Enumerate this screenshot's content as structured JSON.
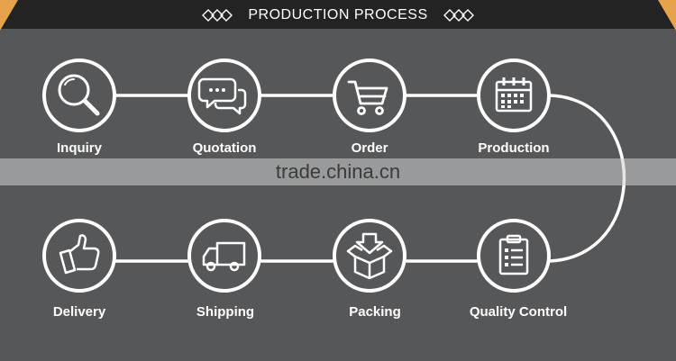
{
  "header": {
    "title": "PRODUCTION PROCESS",
    "accent_color": "#E7A34B",
    "bar_color": "#232323"
  },
  "steps": [
    {
      "label": "Inquiry",
      "icon": "magnifier-icon"
    },
    {
      "label": "Quotation",
      "icon": "chat-bubbles-icon"
    },
    {
      "label": "Order",
      "icon": "shopping-cart-icon"
    },
    {
      "label": "Production",
      "icon": "calendar-icon"
    },
    {
      "label": "Quality Control",
      "icon": "clipboard-checklist-icon"
    },
    {
      "label": "Packing",
      "icon": "box-icon"
    },
    {
      "label": "Shipping",
      "icon": "truck-icon"
    },
    {
      "label": "Delivery",
      "icon": "thumbs-up-icon"
    }
  ],
  "watermark": "trade.china.cn"
}
